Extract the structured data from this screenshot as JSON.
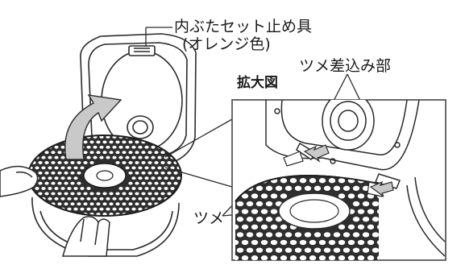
{
  "labels": {
    "lid_fastener_line1": "内ぶたセット止め具",
    "lid_fastener_line2": "(オレンジ色)",
    "tab_insertion_part": "ツメ差込み部",
    "enlarged_view": "拡大図",
    "tab": "ツメ"
  },
  "colors": {
    "line": "#2a2a2a",
    "inset_border": "#444444",
    "arrow_fill": "#c9c9c9",
    "hole_fill": "#ffffff",
    "plate_fill": "#3a3a3a"
  },
  "icons": {
    "rotate_arrow": "curved-arrow-icon",
    "insert_arrow": "double-arrow-icon"
  }
}
